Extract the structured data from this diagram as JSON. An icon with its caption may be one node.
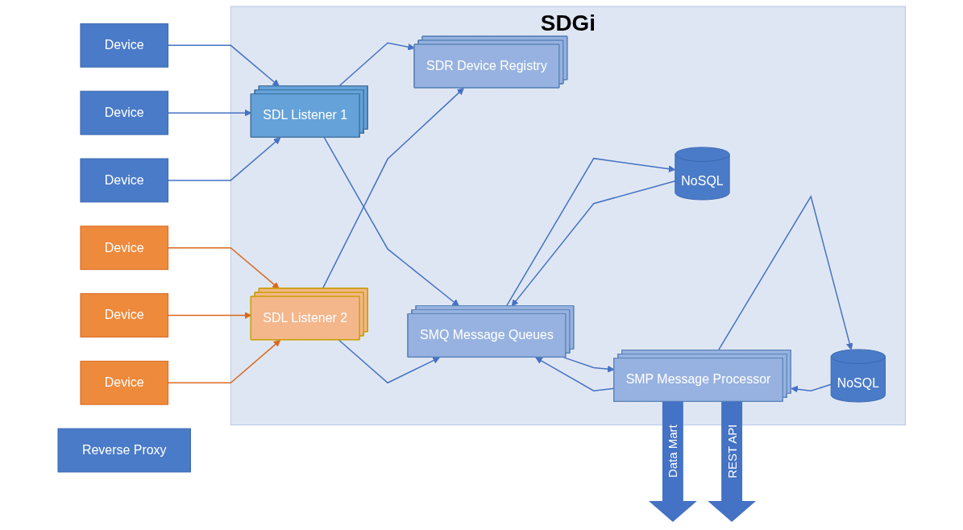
{
  "diagram": {
    "nodes": [
      {
        "text": [
          "Device"
        ]
      },
      {
        "text": [
          "Device"
        ]
      },
      {
        "text": [
          "Device"
        ]
      },
      {
        "text": [
          "Device"
        ]
      },
      {
        "text": [
          "Device"
        ]
      },
      {
        "text": [
          "Device"
        ]
      },
      {
        "text": [
          "Reverse Proxy"
        ]
      },
      {
        "text": [
          "SDGi"
        ]
      },
      {
        "text": [
          "SDL Listener 1"
        ],
        "in": 7
      },
      {
        "text": [
          "SDR Device Registry"
        ],
        "in": 7
      },
      {
        "text": [
          "SDL Listener 2"
        ],
        "in": 7
      },
      {
        "text": [
          "NoSQL"
        ],
        "in": 7
      },
      {
        "text": [
          "SMQ Message Queues"
        ],
        "in": 7
      },
      {
        "text": [
          "NoSQL"
        ],
        "in": 7
      },
      {
        "text": [
          "SMP Message Processor"
        ],
        "in": 7
      }
    ],
    "edges": [
      {
        "from": 0,
        "to": 8,
        "arrow": "to"
      },
      {
        "from": 1,
        "to": 8,
        "arrow": "to"
      },
      {
        "from": 2,
        "to": 8,
        "arrow": "to"
      },
      {
        "from": 3,
        "to": 10,
        "arrow": "to",
        "color": "#d9691f"
      },
      {
        "from": 4,
        "to": 10,
        "arrow": "to",
        "color": "#d9691f"
      },
      {
        "from": 5,
        "to": 10,
        "arrow": "to",
        "color": "#d9691f"
      },
      {
        "from": 8,
        "to": 9,
        "arrow": "to"
      },
      {
        "from": 10,
        "to": 9,
        "arrow": "to"
      },
      {
        "from": 8,
        "to": 12,
        "arrow": "to"
      },
      {
        "from": 10,
        "to": 12,
        "arrow": "to"
      },
      {
        "from": 11,
        "to": 12,
        "arrow": "to"
      },
      {
        "from": 12,
        "to": 11,
        "arrow": "to"
      },
      {
        "from": 12,
        "to": 14,
        "arrow": "to"
      },
      {
        "from": 14,
        "to": 12,
        "arrow": "to"
      },
      {
        "from": 13,
        "to": 14,
        "arrow": "to"
      },
      {
        "from": 14,
        "to": 13,
        "arrow": "to"
      },
      {
        "from": 14,
        "to": null,
        "arrow": "to",
        "label": "Data Mart",
        "style": "thick"
      },
      {
        "from": 14,
        "to": null,
        "arrow": "to",
        "label": "REST API",
        "style": "thick"
      }
    ]
  }
}
